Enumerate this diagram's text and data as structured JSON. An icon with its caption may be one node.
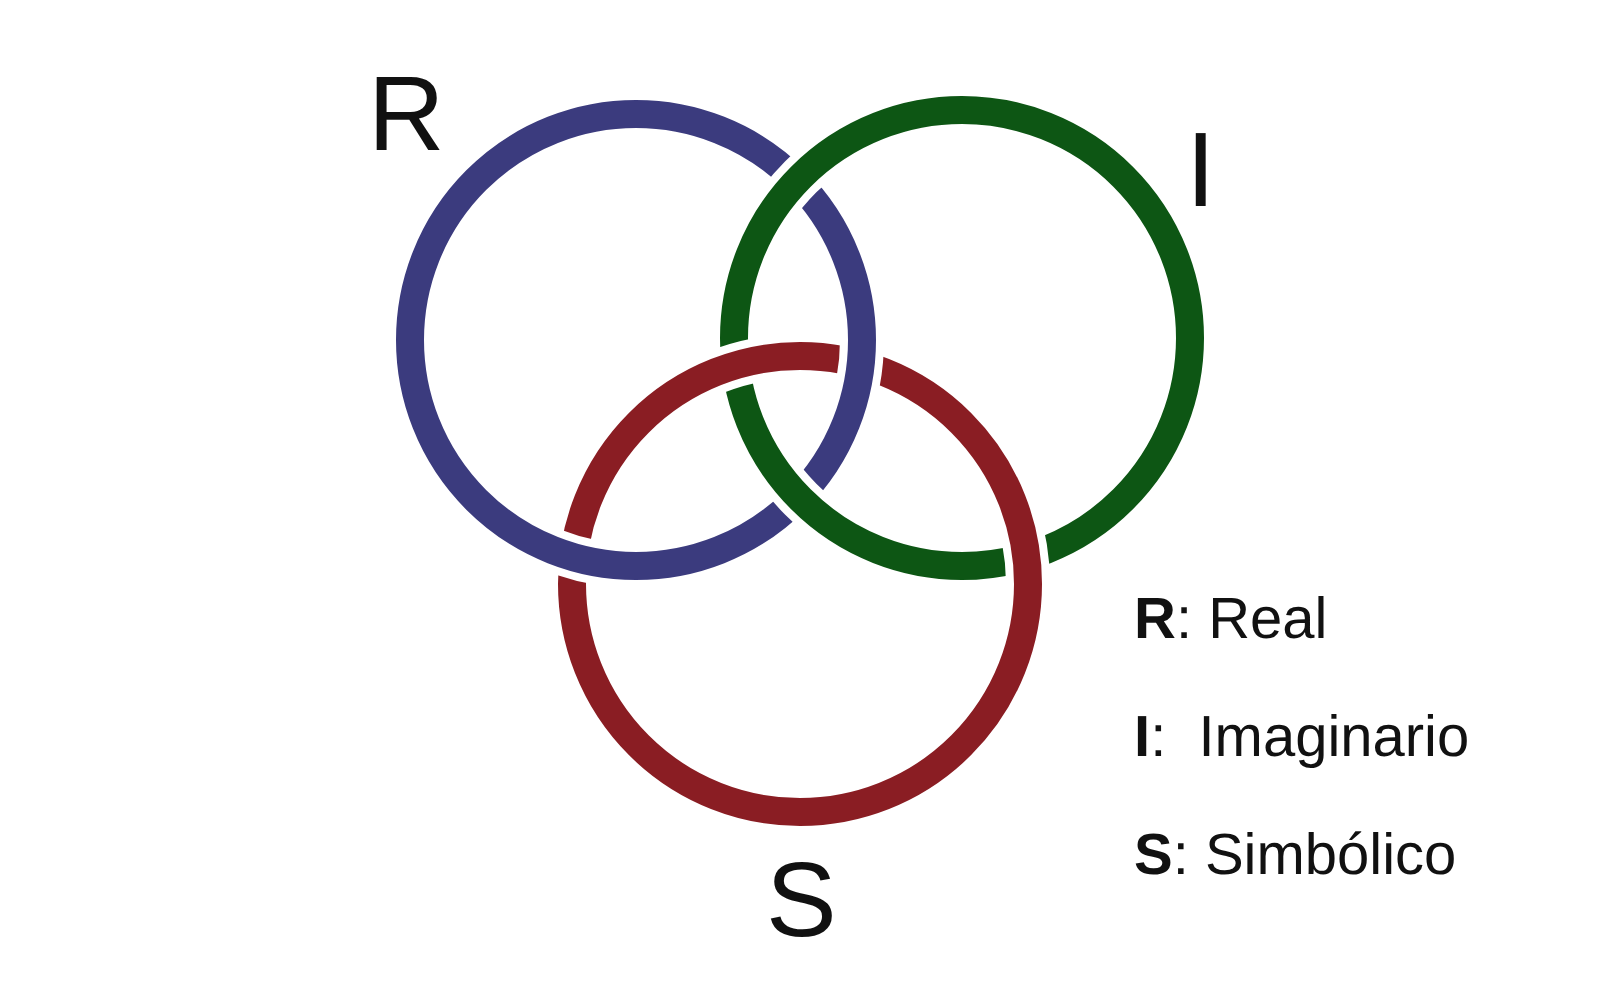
{
  "diagram": {
    "nodes": [
      {
        "text": [
          "R"
        ]
      },
      {
        "text": [
          "I"
        ]
      },
      {
        "text": [
          "S"
        ]
      }
    ],
    "labels": [
      "**R**: Real",
      "**I**:  Imaginario",
      "**S**: Simbólico"
    ]
  }
}
